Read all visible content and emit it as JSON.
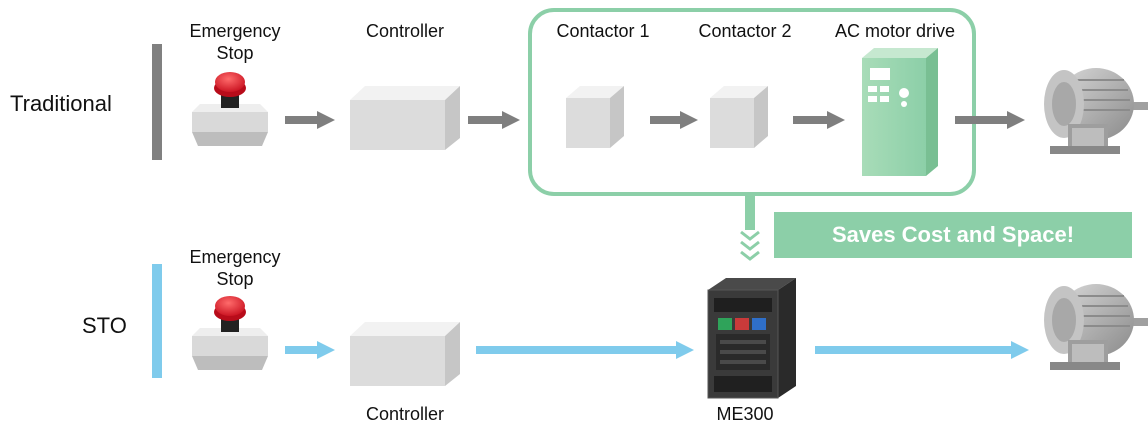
{
  "rows": {
    "traditional": {
      "label": "Traditional",
      "bar_color": "#808080",
      "arrow_color": "#7f7f7f",
      "emergency_stop": {
        "line1": "Emergency",
        "line2": "Stop"
      },
      "controller": "Controller",
      "contactor1": "Contactor 1",
      "contactor2": "Contactor 2",
      "ac_drive": "AC motor drive"
    },
    "sto": {
      "label": "STO",
      "bar_color": "#7fcbec",
      "arrow_color": "#7fcbec",
      "emergency_stop": {
        "line1": "Emergency",
        "line2": "Stop"
      },
      "controller": "Controller",
      "drive": "ME300"
    }
  },
  "callout": {
    "text": "Saves Cost and Space!",
    "color": "#8ccfa8"
  },
  "icons": [
    "emergency-stop-button-icon",
    "controller-box-icon",
    "contactor-box-icon",
    "ac-motor-drive-icon",
    "motor-icon",
    "me300-drive-icon"
  ]
}
